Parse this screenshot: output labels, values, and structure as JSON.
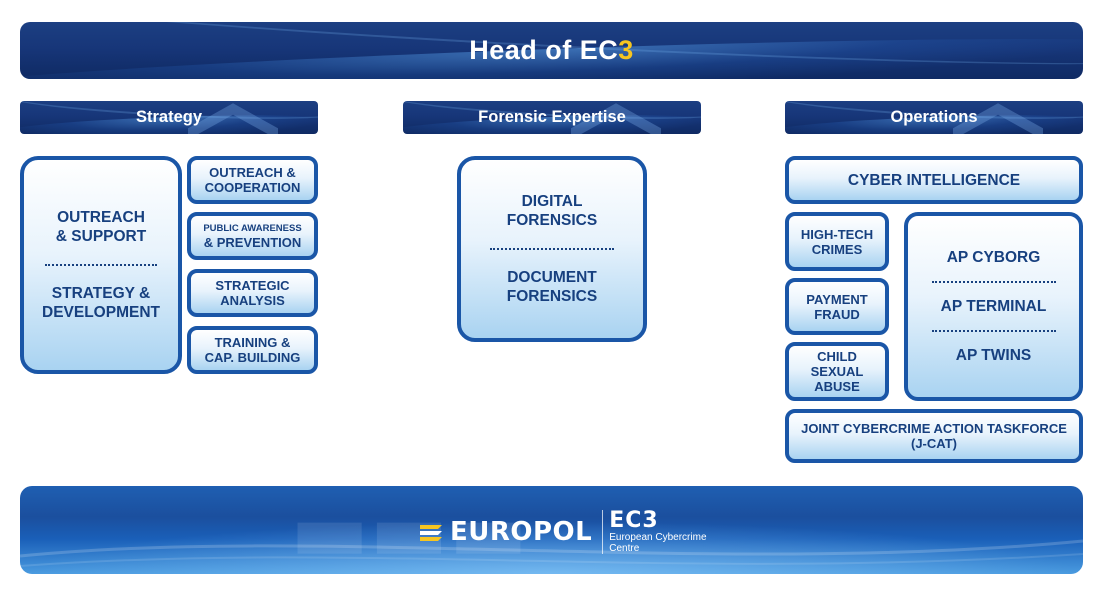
{
  "header": {
    "title_prefix": "Head of EC",
    "title_accent": "3"
  },
  "sections": {
    "strategy": "Strategy",
    "forensic": "Forensic Expertise",
    "operations": "Operations"
  },
  "strategy": {
    "main_top": [
      "OUTREACH",
      "& SUPPORT"
    ],
    "main_bottom": [
      "STRATEGY &",
      "DEVELOPMENT"
    ],
    "units": [
      [
        "OUTREACH &",
        "COOPERATION"
      ],
      [
        "PUBLIC AWARENESS",
        "& PREVENTION"
      ],
      [
        "STRATEGIC",
        "ANALYSIS"
      ],
      [
        "TRAINING &",
        "CAP. BUILDING"
      ]
    ]
  },
  "forensic": {
    "top": [
      "DIGITAL",
      "FORENSICS"
    ],
    "bottom": [
      "DOCUMENT",
      "FORENSICS"
    ]
  },
  "operations": {
    "cyber_intelligence": "CYBER INTELLIGENCE",
    "units": [
      [
        "HIGH-TECH",
        "CRIMES"
      ],
      [
        "PAYMENT",
        "FRAUD"
      ],
      [
        "CHILD",
        "SEXUAL",
        "ABUSE"
      ]
    ],
    "analysis_projects": [
      "AP CYBORG",
      "AP TERMINAL",
      "AP TWINS"
    ],
    "jcat": [
      "JOINT CYBERCRIME ACTION TASKFORCE",
      "(J-CAT)"
    ]
  },
  "footer": {
    "logo_word": "EUROPOL",
    "ec3_title": "EC3",
    "ec3_sub": [
      "European Cybercrime",
      "Centre"
    ]
  },
  "colors": {
    "banner_navy": "#173679",
    "box_border": "#1a56a7",
    "text_navy": "#17407f",
    "accent_gold": "#f6c521"
  }
}
